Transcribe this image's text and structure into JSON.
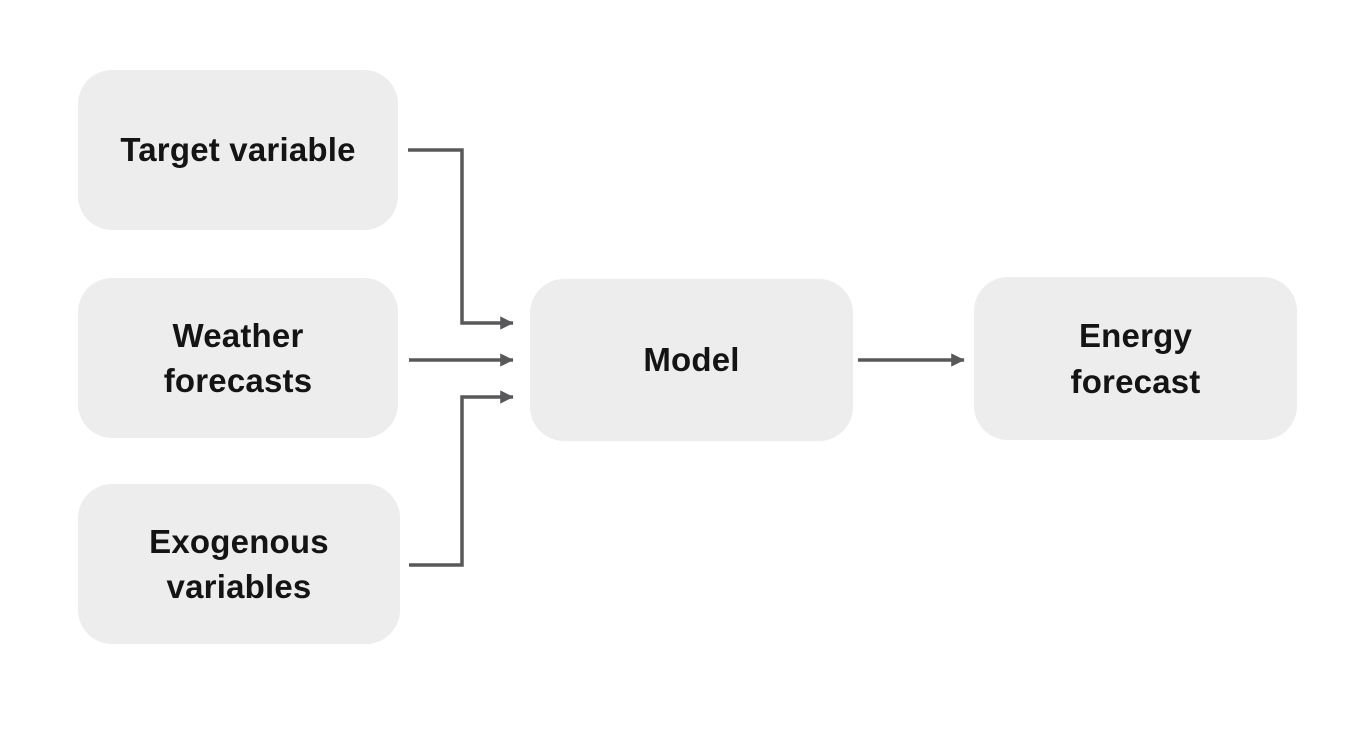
{
  "diagram": {
    "nodes": [
      {
        "id": "target-variable",
        "label": "Target variable",
        "role": "input"
      },
      {
        "id": "weather-forecasts",
        "label": "Weather forecasts",
        "role": "input"
      },
      {
        "id": "exogenous-variables",
        "label": "Exogenous variables",
        "role": "input"
      },
      {
        "id": "model",
        "label": "Model",
        "role": "process"
      },
      {
        "id": "energy-forecast",
        "label": "Energy forecast",
        "role": "output"
      }
    ],
    "edges": [
      {
        "from": "target-variable",
        "to": "model"
      },
      {
        "from": "weather-forecasts",
        "to": "model"
      },
      {
        "from": "exogenous-variables",
        "to": "model"
      },
      {
        "from": "model",
        "to": "energy-forecast"
      }
    ],
    "colors": {
      "node_fill": "#ededed",
      "arrow": "#58585a",
      "text": "#141414",
      "background": "#ffffff"
    }
  }
}
